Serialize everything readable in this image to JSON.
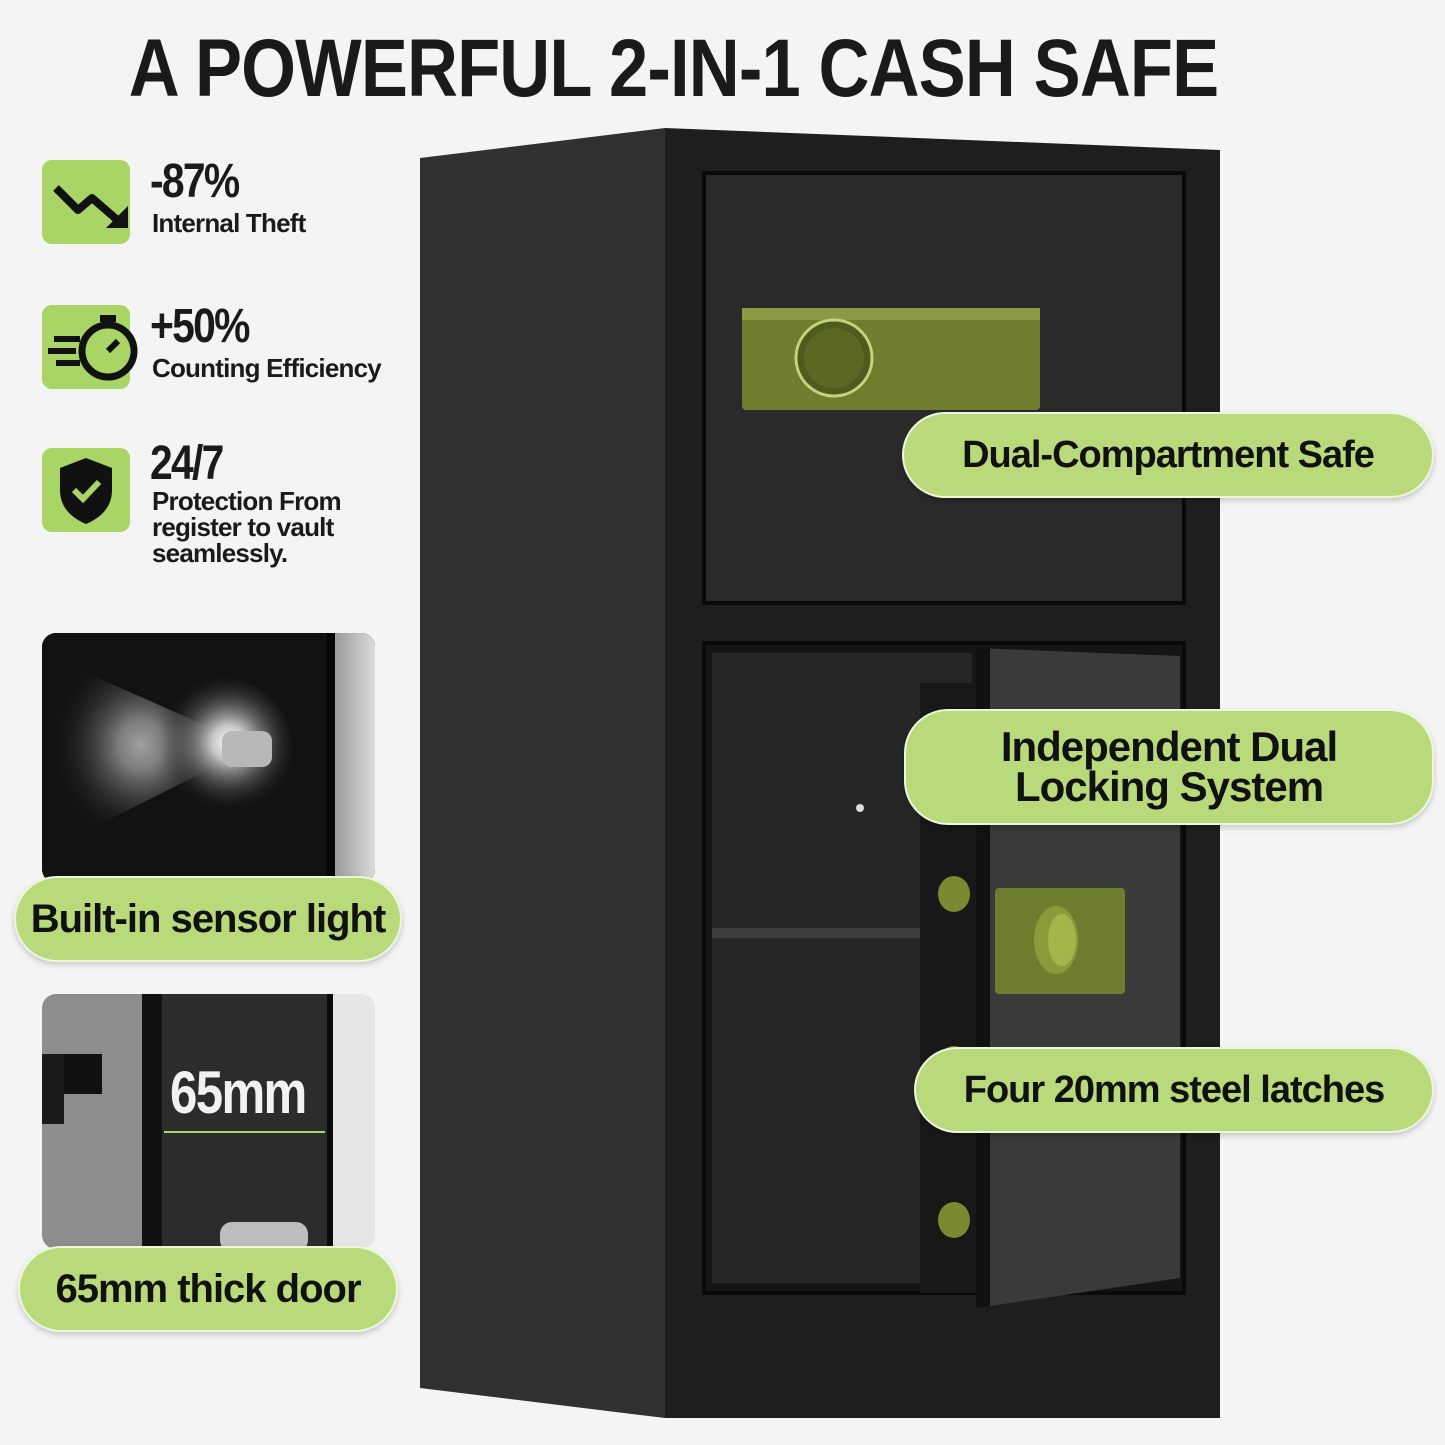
{
  "headline": "A POWERFUL 2-IN-1 CASH SAFE",
  "stats": [
    {
      "icon": "trend-down-icon",
      "value": "-87%",
      "desc": "Internal Theft"
    },
    {
      "icon": "stopwatch-icon",
      "value": "+50%",
      "desc": "Counting Efficiency"
    },
    {
      "icon": "shield-check-icon",
      "value": "24/7",
      "desc": "Protection From register to vault seamlessly."
    }
  ],
  "features": [
    {
      "label": "Built-in sensor light"
    },
    {
      "label": "65mm thick door",
      "measure": "65mm"
    }
  ],
  "callouts": [
    {
      "label": "Dual-Compartment Safe"
    },
    {
      "label_line1": "Independent Dual",
      "label_line2": "Locking System"
    },
    {
      "label": "Four 20mm steel latches"
    }
  ],
  "colors": {
    "accent": "#a9d466",
    "pill": "#b8da7a",
    "safe": "#2b2b2b",
    "keypad": "#6e7e2e"
  }
}
